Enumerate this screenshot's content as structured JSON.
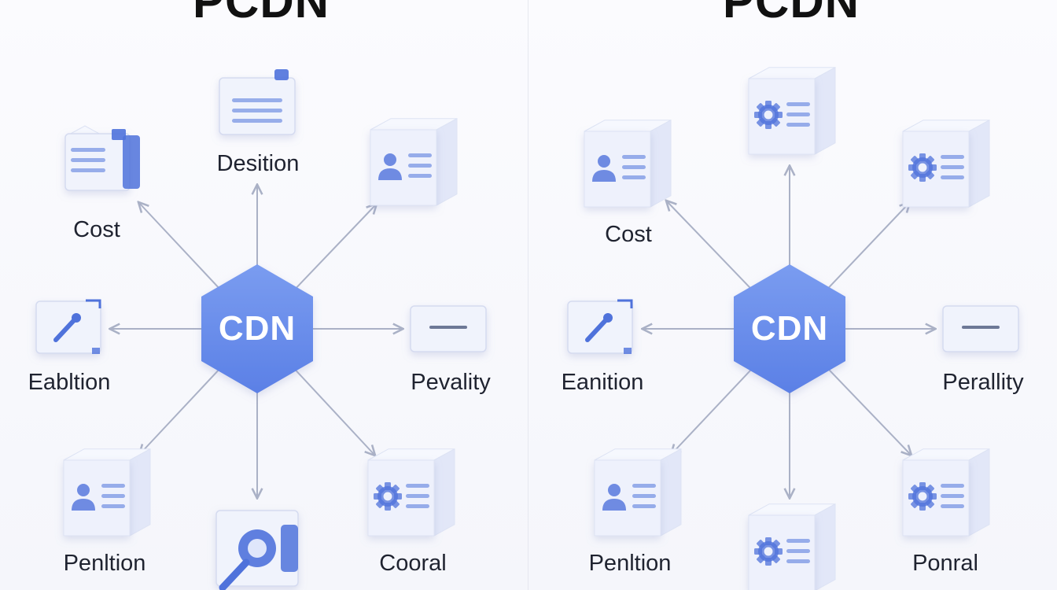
{
  "panels": [
    {
      "title": "PCDN",
      "hub_label": "CDN",
      "nodes": [
        {
          "id": "top-left",
          "label": "Cost",
          "icon": "document-stack-icon"
        },
        {
          "id": "top",
          "label": "Desition",
          "icon": "text-card-icon"
        },
        {
          "id": "top-right",
          "label": "",
          "icon": "user-cube-icon"
        },
        {
          "id": "left",
          "label": "Eabltion",
          "icon": "tools-card-icon"
        },
        {
          "id": "right",
          "label": "Pevality",
          "icon": "minus-card-icon"
        },
        {
          "id": "bottom-left",
          "label": "Penltion",
          "icon": "user-cube-icon"
        },
        {
          "id": "bottom",
          "label": "",
          "icon": "key-card-icon"
        },
        {
          "id": "bottom-right",
          "label": "Cooral",
          "icon": "gear-cube-icon"
        }
      ]
    },
    {
      "title": "PCDN",
      "hub_label": "CDN",
      "nodes": [
        {
          "id": "top-left",
          "label": "Cost",
          "icon": "user-cube-icon"
        },
        {
          "id": "top",
          "label": "",
          "icon": "gear-cube-icon"
        },
        {
          "id": "top-right",
          "label": "",
          "icon": "gear-cube-icon"
        },
        {
          "id": "left",
          "label": "Eanition",
          "icon": "tools-card-icon"
        },
        {
          "id": "right",
          "label": "Perallity",
          "icon": "minus-card-icon"
        },
        {
          "id": "bottom-left",
          "label": "Penltion",
          "icon": "user-cube-icon"
        },
        {
          "id": "bottom",
          "label": "",
          "icon": "gear-cube-icon"
        },
        {
          "id": "bottom-right",
          "label": "Ponral",
          "icon": "gear-cube-icon"
        }
      ]
    }
  ],
  "colors": {
    "hub": "#5b80e6",
    "hub_light": "#7a9cf0",
    "accent": "#4f72db",
    "cube_face": "#eef1fc",
    "cube_side": "#e2e7f8",
    "cube_top": "#f6f8fe",
    "arrow": "#aab1c6"
  }
}
